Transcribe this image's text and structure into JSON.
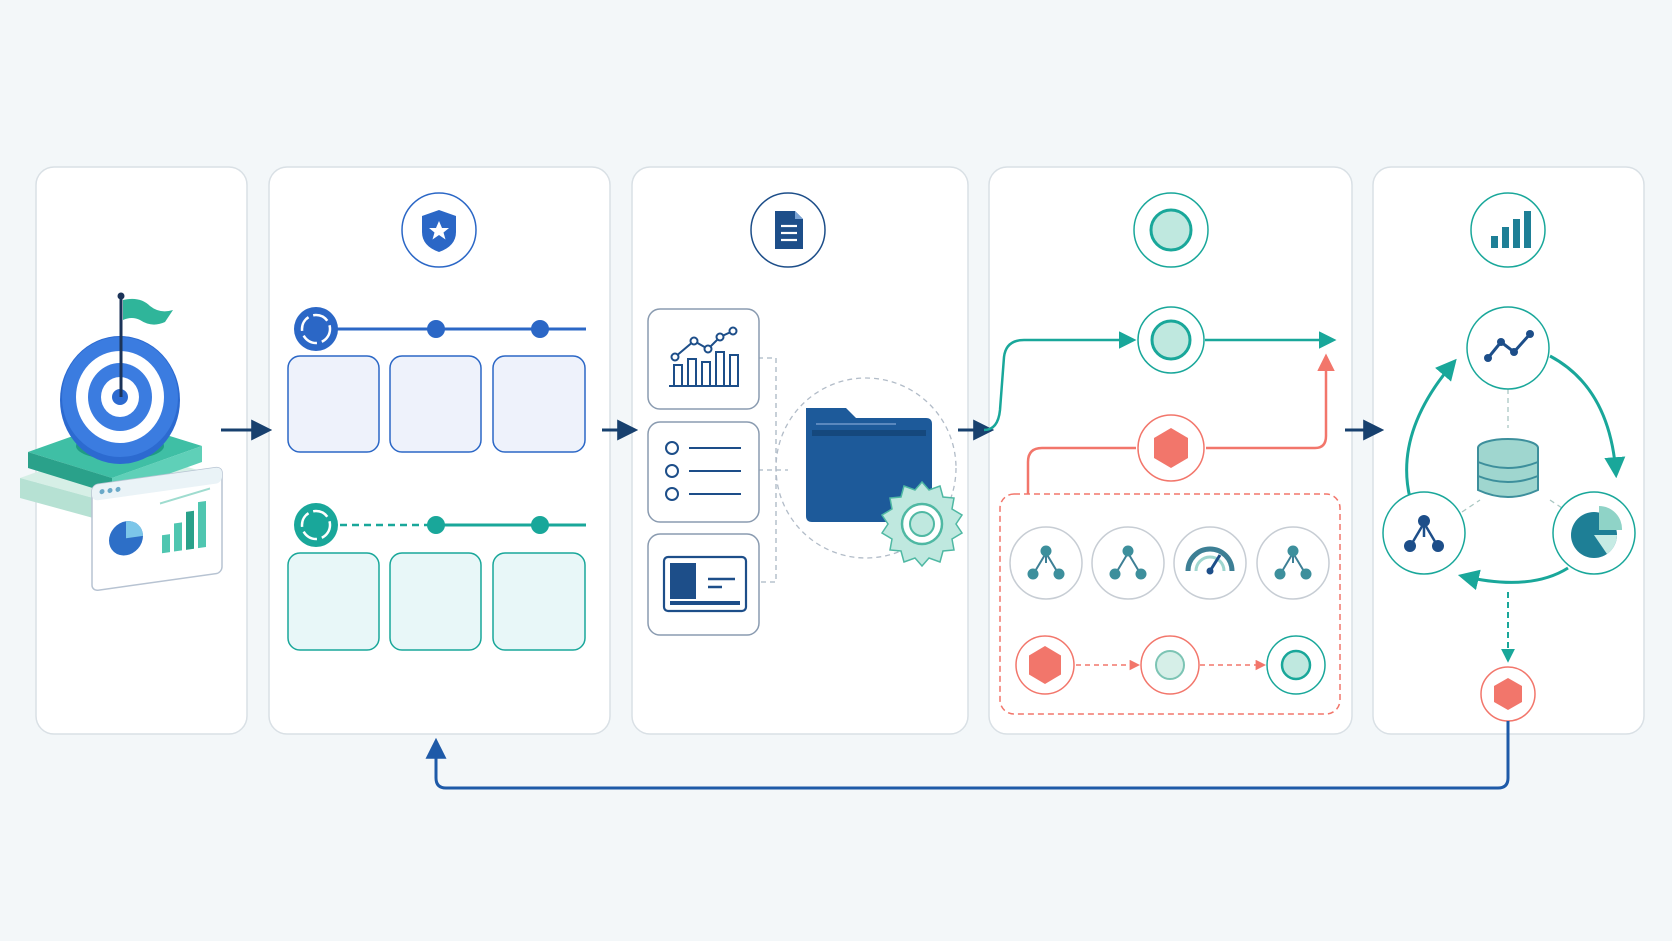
{
  "colors": {
    "background": "#f3f7f9",
    "panel": "#ffffff",
    "panel_border": "#d9e0e5",
    "navy": "#17406e",
    "blue": "#2b67c6",
    "blue_dark": "#1e5aa8",
    "teal": "#19a79a",
    "teal_light": "#bfe8df",
    "coral": "#f2766b",
    "coral_light": "#fde4e1",
    "card_blue_fill": "#eef2fb",
    "card_teal_fill": "#e8f7f8"
  },
  "stages": [
    {
      "name": "objective-panel",
      "icons": [
        "target-icon",
        "flag-icon",
        "dashboard-icon",
        "pie-chart-icon",
        "bar-chart-icon"
      ]
    },
    {
      "name": "planning-panel",
      "header_icon": "shield-star-icon",
      "tracks": [
        "blue-timeline",
        "teal-timeline"
      ],
      "cards_per_track": 3
    },
    {
      "name": "documentation-panel",
      "header_icon": "document-icon",
      "items": [
        "line-chart-icon",
        "checklist-icon",
        "id-card-icon"
      ],
      "hub": [
        "folder-icon",
        "gear-icon"
      ]
    },
    {
      "name": "execution-panel",
      "header_icon": "status-circle-icon",
      "nodes": [
        "status-circle-icon",
        "hexagon-alert-icon",
        "network-icon",
        "network-icon",
        "gauge-icon",
        "network-icon",
        "hexagon-alert-icon",
        "status-circle-icon",
        "status-circle-icon"
      ]
    },
    {
      "name": "analytics-panel",
      "header_icon": "bar-chart-icon",
      "cycle": [
        "line-chart-icon",
        "pie-chart-icon",
        "network-icon"
      ],
      "center": "database-icon",
      "output": "hexagon-alert-icon"
    }
  ],
  "connections": [
    "arrow-1-2",
    "arrow-2-3",
    "arrow-3-4",
    "arrow-4-5",
    "feedback-loop"
  ]
}
